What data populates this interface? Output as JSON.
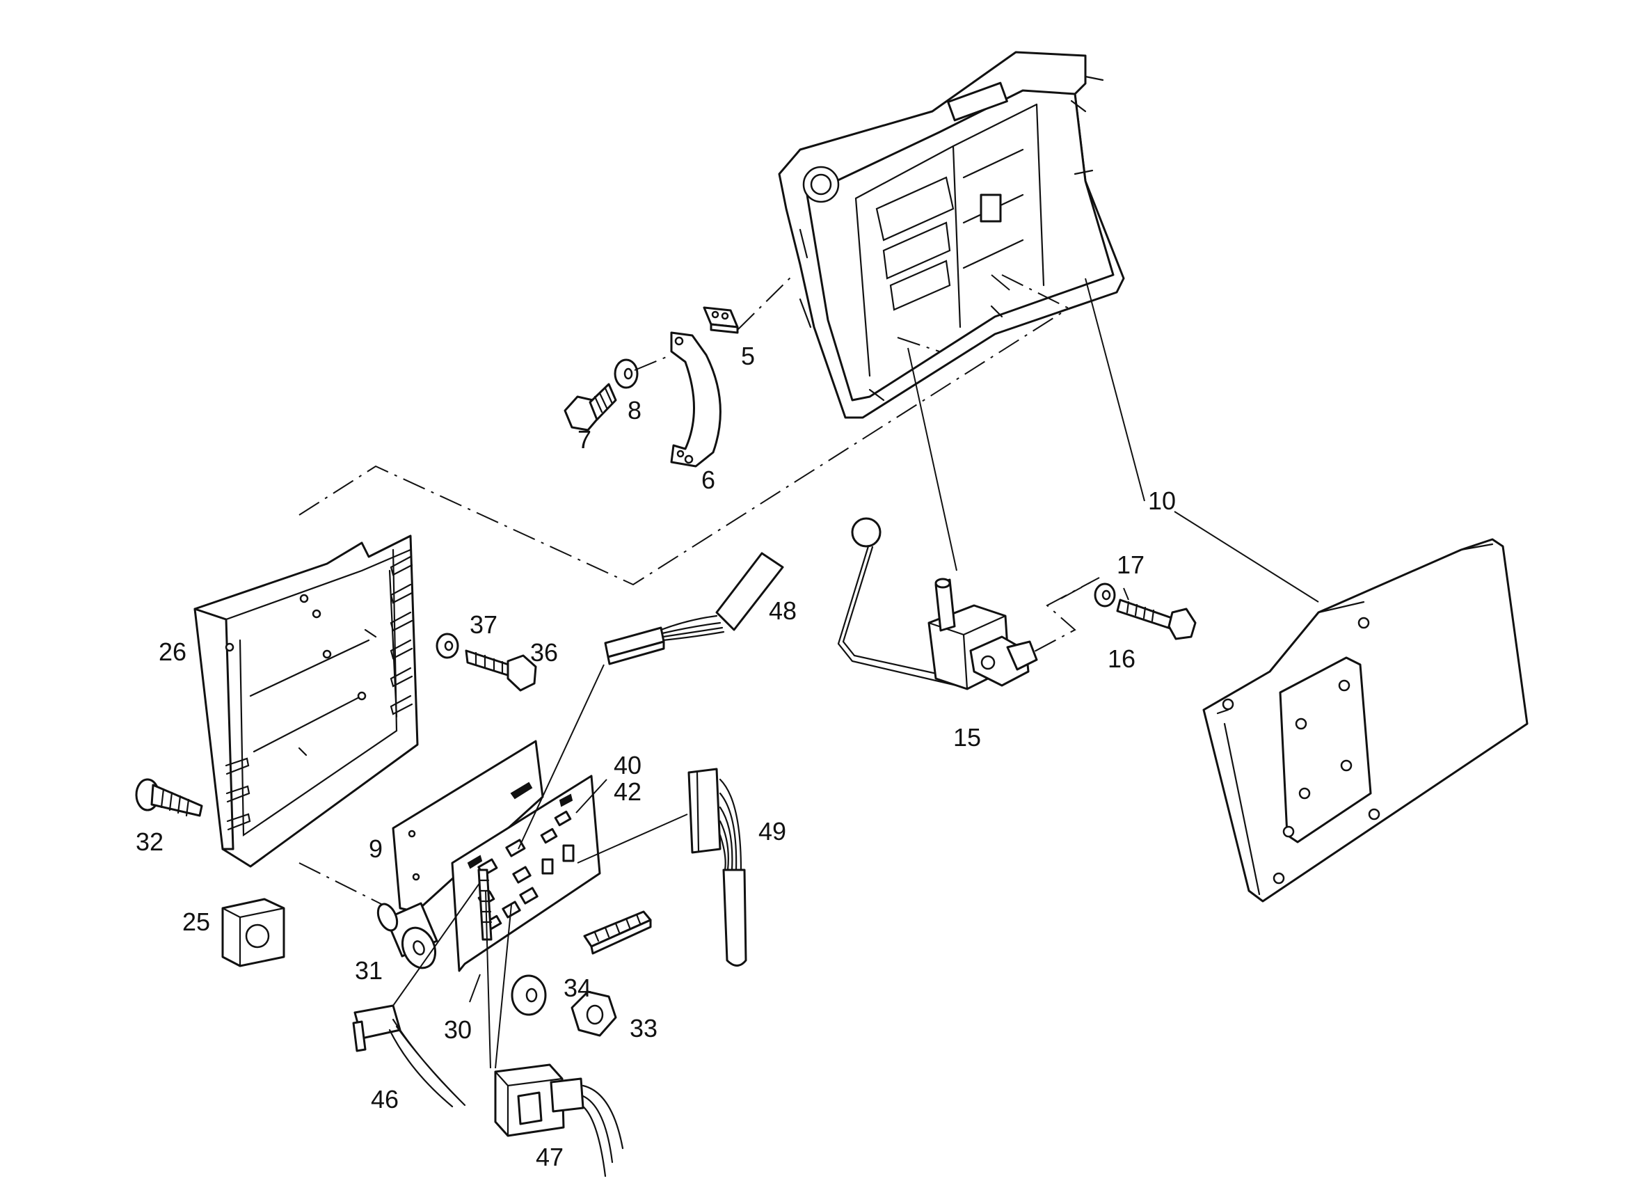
{
  "labels": {
    "p5": "5",
    "p6": "6",
    "p7": "7",
    "p8": "8",
    "p9": "9",
    "p10": "10",
    "p15": "15",
    "p16": "16",
    "p17": "17",
    "p25": "25",
    "p26": "26",
    "p30": "30",
    "p31": "31",
    "p32": "32",
    "p33": "33",
    "p34": "34",
    "p36": "36",
    "p37": "37",
    "p40": "40",
    "p42": "42",
    "p46": "46",
    "p47": "47",
    "p48": "48",
    "p49": "49"
  }
}
